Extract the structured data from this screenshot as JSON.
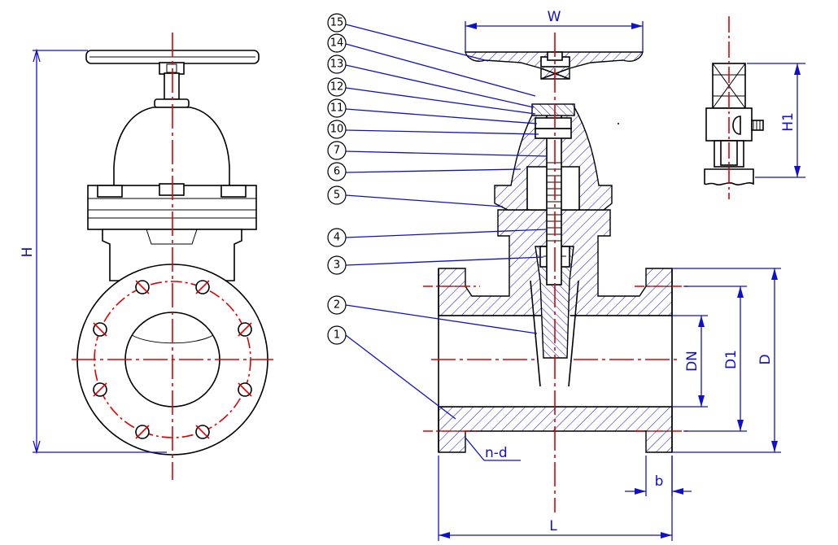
{
  "dimensions": {
    "H": "H",
    "W": "W",
    "H1": "H1",
    "DN": "DN",
    "D1": "D1",
    "D": "D",
    "L": "L",
    "b": "b",
    "nd": "n-d"
  },
  "parts": [
    "1",
    "2",
    "3",
    "4",
    "5",
    "6",
    "7",
    "10",
    "11",
    "12",
    "13",
    "14",
    "15"
  ],
  "colors": {
    "outline": "#000000",
    "centerline": "#e00000",
    "dimension": "#1010c8"
  }
}
